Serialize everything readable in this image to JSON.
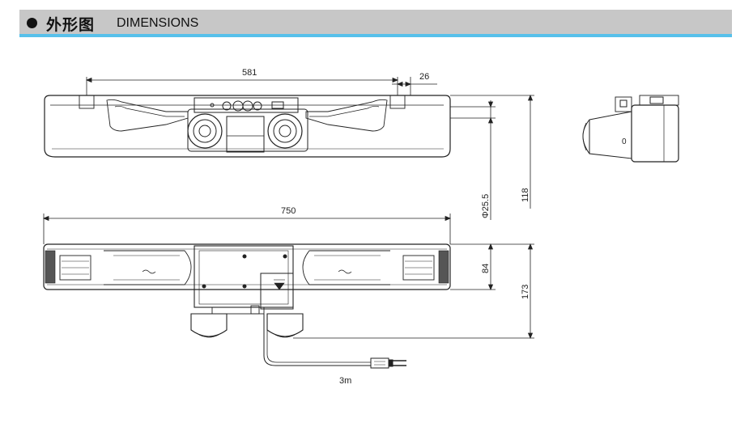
{
  "header": {
    "title_cn": "外形图",
    "title_en": "DIMENSIONS"
  },
  "dimensions": {
    "hole_spacing": "581",
    "hole_offset": "26",
    "overall_width": "750",
    "diameter": "Φ25.5",
    "height": "118",
    "depth": "84",
    "total_depth": "173",
    "cable_length": "3m"
  },
  "colors": {
    "header_bg": "#c7c7c7",
    "header_accent": "#57c0ea"
  }
}
